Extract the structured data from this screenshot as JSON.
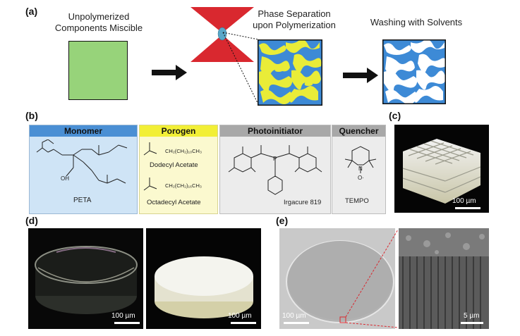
{
  "panel_a": {
    "label": "(a)",
    "stage1": "Unpolymerized Components Miscible",
    "stage2": "Phase Separation upon Polymerization",
    "stage3": "Washing with Solvents"
  },
  "panel_b": {
    "label": "(b)",
    "columns": [
      {
        "header": "Monomer",
        "color": "#4a8fd4",
        "bg": "#cfe4f6",
        "items": [
          "PETA"
        ]
      },
      {
        "header": "Porogen",
        "color": "#f2ef36",
        "bg": "#fbf9cf",
        "items": [
          "Dodecyl Acetate",
          "Octadecyl Acetate"
        ]
      },
      {
        "header": "Photoinitiator",
        "color": "#a8a8a8",
        "bg": "#ececec",
        "items": [
          "Irgacure 819"
        ]
      },
      {
        "header": "Quencher",
        "color": "#a8a8a8",
        "bg": "#ececec",
        "items": [
          "TEMPO"
        ]
      }
    ],
    "porogen_chain1": "CH₂(CH₂)₁₀CH₃",
    "porogen_chain2": "CH₂(CH₂)₁₆CH₃",
    "tempo_o": "O·",
    "tempo_n": "N"
  },
  "panel_c": {
    "label": "(c)",
    "scale": "100 µm"
  },
  "panel_d": {
    "label": "(d)",
    "scale_left": "100 µm",
    "scale_right": "100 µm"
  },
  "panel_e": {
    "label": "(e)",
    "scale_left": "100 µm",
    "scale_right": "5 µm"
  },
  "colors": {
    "green": "#97d37a",
    "blue": "#3d8ad6",
    "yellow": "#e9ec38",
    "laser": "#d9282f"
  }
}
